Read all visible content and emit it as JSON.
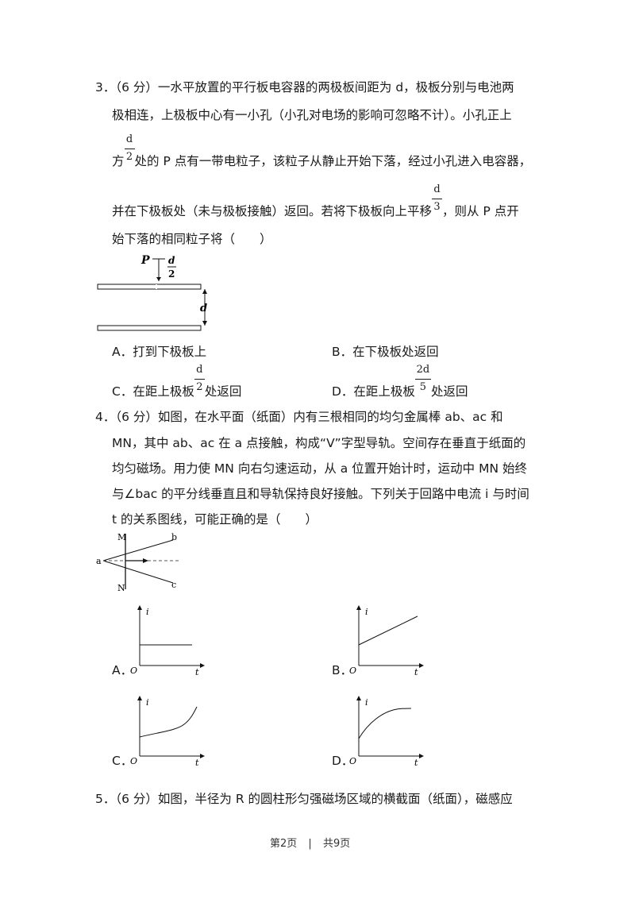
{
  "q3": {
    "line1": "3．（6 分）一水平放置的平行板电容器的两极板间距为 d，极板分别与电池两",
    "line2": "极相连，上极板中心有一小孔（小孔对电场的影响可忽略不计）。小孔正上",
    "line3a": "方",
    "line3b": "处的 P 点有一带电粒子，该粒子从静止开始下落，经过小孔进入电容器，",
    "line4a": "并在下极板处（未与极板接触）返回。若将下极板向上平移",
    "line4b": "，则从 P 点开",
    "line5": "始下落的相同粒子将（　　）",
    "frac_d": "d",
    "frac_2": "2",
    "frac_3": "3",
    "frac_2d": "2d",
    "frac_5": "5",
    "fig": {
      "label_p": "P",
      "label_d_num": "d",
      "label_d_den": "2",
      "label_gap": "d"
    },
    "optA": "A．打到下极板上",
    "optB": "B．在下极板处返回",
    "optC_a": "C．在距上极板",
    "optC_b": "处返回",
    "optD_a": "D．在距上极板",
    "optD_b": "处返回"
  },
  "q4": {
    "line1": "4．（6 分）如图，在水平面（纸面）内有三根相同的均匀金属棒 ab、ac 和",
    "line2": "MN，其中 ab、ac 在 a 点接触，构成“V”字型导轨。空间存在垂直于纸面的",
    "line3": "均匀磁场。用力使 MN 向右匀速运动，从 a 位置开始计时，运动中 MN 始终",
    "line4": "与∠bac 的平分线垂直且和导轨保持良好接触。下列关于回路中电流 i 与时间",
    "line5": "t 的关系图线，可能正确的是（　　）",
    "fig": {
      "M": "M",
      "N": "N",
      "a": "a",
      "b": "b",
      "c": "c"
    },
    "axis_i": "i",
    "axis_t": "t",
    "axis_o": "O",
    "optA": "A．",
    "optB": "B．",
    "optC": "C．",
    "optD": "D．"
  },
  "q5": {
    "line1": "5．（6 分）如图，半径为 R 的圆柱形匀强磁场区域的横截面（纸面），磁感应"
  },
  "footer": {
    "page": "第2页",
    "sep": "|",
    "total": "共9页"
  }
}
